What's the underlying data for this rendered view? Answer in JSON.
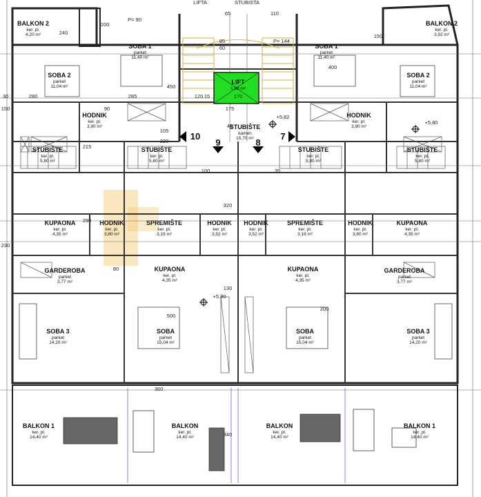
{
  "header": {
    "lift_top": "LIFTA",
    "stairs_top": "STUBISTA"
  },
  "rooms": [
    {
      "name": "BALKON 2",
      "sub": "ker. pl.",
      "area": "4,20 m²"
    },
    {
      "name": "BALKON 2",
      "sub": "ker. pl.",
      "area": "3,92 m²"
    },
    {
      "name": "SOBA 1",
      "sub": "parket",
      "area": "11,40 m²"
    },
    {
      "name": "SOBA 1",
      "sub": "parket",
      "area": "11,40 m²"
    },
    {
      "name": "SOBA 2",
      "sub": "parket",
      "area": "11,04 m²"
    },
    {
      "name": "SOBA 2",
      "sub": "parket",
      "area": "11,04 m²"
    },
    {
      "name": "LIFT",
      "sub": "",
      "area": "1,98 m²"
    },
    {
      "name": "STUBIŠTE",
      "sub": "kamen",
      "area": "15,70 m²"
    },
    {
      "name": "HODNIK",
      "sub": "ker. pl.",
      "area": "3,90 m²"
    },
    {
      "name": "HODNIK",
      "sub": "ker. pl.",
      "area": "3,90 m²"
    },
    {
      "name": "STUBIŠTE",
      "sub": "ker. pl.",
      "area": "5,80 m²"
    },
    {
      "name": "STUBIŠTE",
      "sub": "ker. pl.",
      "area": "5,80 m²"
    },
    {
      "name": "STUBIŠTE",
      "sub": "ker. pl.",
      "area": "5,80 m²"
    },
    {
      "name": "STUBIŠTE",
      "sub": "ker. pl.",
      "area": "5,80 m²"
    },
    {
      "name": "KUPAONA",
      "sub": "ker. pl.",
      "area": "4,35 m²"
    },
    {
      "name": "HODNIK",
      "sub": "ker. pl.",
      "area": "3,80 m²"
    },
    {
      "name": "SPREMIŠTE",
      "sub": "ker. pl.",
      "area": "3,19 m²"
    },
    {
      "name": "HODNIK",
      "sub": "ker. pl.",
      "area": "3,52 m²"
    },
    {
      "name": "HODNIK",
      "sub": "ker. pl.",
      "area": "3,52 m²"
    },
    {
      "name": "SPREMIŠTE",
      "sub": "ker. pl.",
      "area": "3,19 m²"
    },
    {
      "name": "HODNIK",
      "sub": "ker. pl.",
      "area": "3,80 m²"
    },
    {
      "name": "KUPAONA",
      "sub": "ker. pl.",
      "area": "4,35 m²"
    },
    {
      "name": "GARDEROBA",
      "sub": "parket",
      "area": "3,77 m²"
    },
    {
      "name": "GARDEROBA",
      "sub": "parket",
      "area": "3,77 m²"
    },
    {
      "name": "KUPAONA",
      "sub": "ker. pl.",
      "area": "4,35 m²"
    },
    {
      "name": "KUPAONA",
      "sub": "ker. pl.",
      "area": "4,35 m²"
    },
    {
      "name": "SOBA 3",
      "sub": "parket",
      "area": "14,20 m²"
    },
    {
      "name": "SOBA",
      "sub": "parket",
      "area": "15,04 m²"
    },
    {
      "name": "SOBA",
      "sub": "parket",
      "area": "15,04 m²"
    },
    {
      "name": "SOBA 3",
      "sub": "parket",
      "area": "14,20 m²"
    },
    {
      "name": "BALKON 1",
      "sub": "ker. pl.",
      "area": "14,40 m²"
    },
    {
      "name": "BALKON",
      "sub": "ker. pl.",
      "area": "14,40 m²"
    },
    {
      "name": "BALKON",
      "sub": "ker. pl.",
      "area": "14,40 m²"
    },
    {
      "name": "BALKON 1",
      "sub": "ker. pl.",
      "area": "14,40 m²"
    }
  ],
  "levels": [
    "+5,82",
    "+5,80",
    "+5,80"
  ],
  "sections": [
    "10",
    "9",
    "8",
    "7"
  ],
  "dimensions": [
    "100",
    "240",
    "P= 90",
    "P= 144",
    "110",
    "150",
    "450",
    "120",
    "15",
    "170",
    "175",
    "40",
    "320",
    "285",
    "280",
    "30",
    "90",
    "215",
    "105",
    "220",
    "100",
    "290",
    "80",
    "130",
    "500",
    "340",
    "360",
    "230",
    "150",
    "60",
    "35",
    "65",
    "85",
    "200",
    "400"
  ],
  "colors": {
    "lift": "#22dd22",
    "watermark": "#f4c770",
    "wall": "#222222"
  }
}
